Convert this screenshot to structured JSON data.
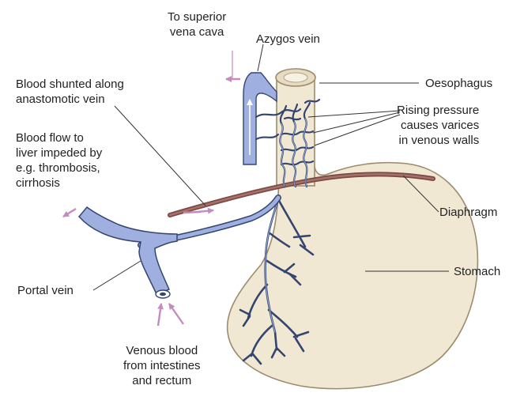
{
  "labels": {
    "to_superior_vena_cava": "To superior\nvena cava",
    "azygos_vein": "Azygos vein",
    "blood_shunted": "Blood shunted along\nanastomotic vein",
    "oesophagus": "Oesophagus",
    "rising_pressure": "Rising pressure\ncauses varices\nin venous walls",
    "blood_flow_liver": "Blood flow to\nliver impeded by\ne.g. thrombosis,\ncirrhosis",
    "diaphragm": "Diaphragm",
    "stomach": "Stomach",
    "portal_vein": "Portal vein",
    "venous_blood": "Venous blood\nfrom intestines\nand rectum"
  },
  "colors": {
    "vein_fill": "#9fb0e0",
    "vein_stroke": "#34466f",
    "organ_fill": "#f1e8d4",
    "organ_stroke": "#9c8b6c",
    "diaphragm": "#8f5a52",
    "arrow_pink": "#c48bc2",
    "leader": "#333333"
  }
}
